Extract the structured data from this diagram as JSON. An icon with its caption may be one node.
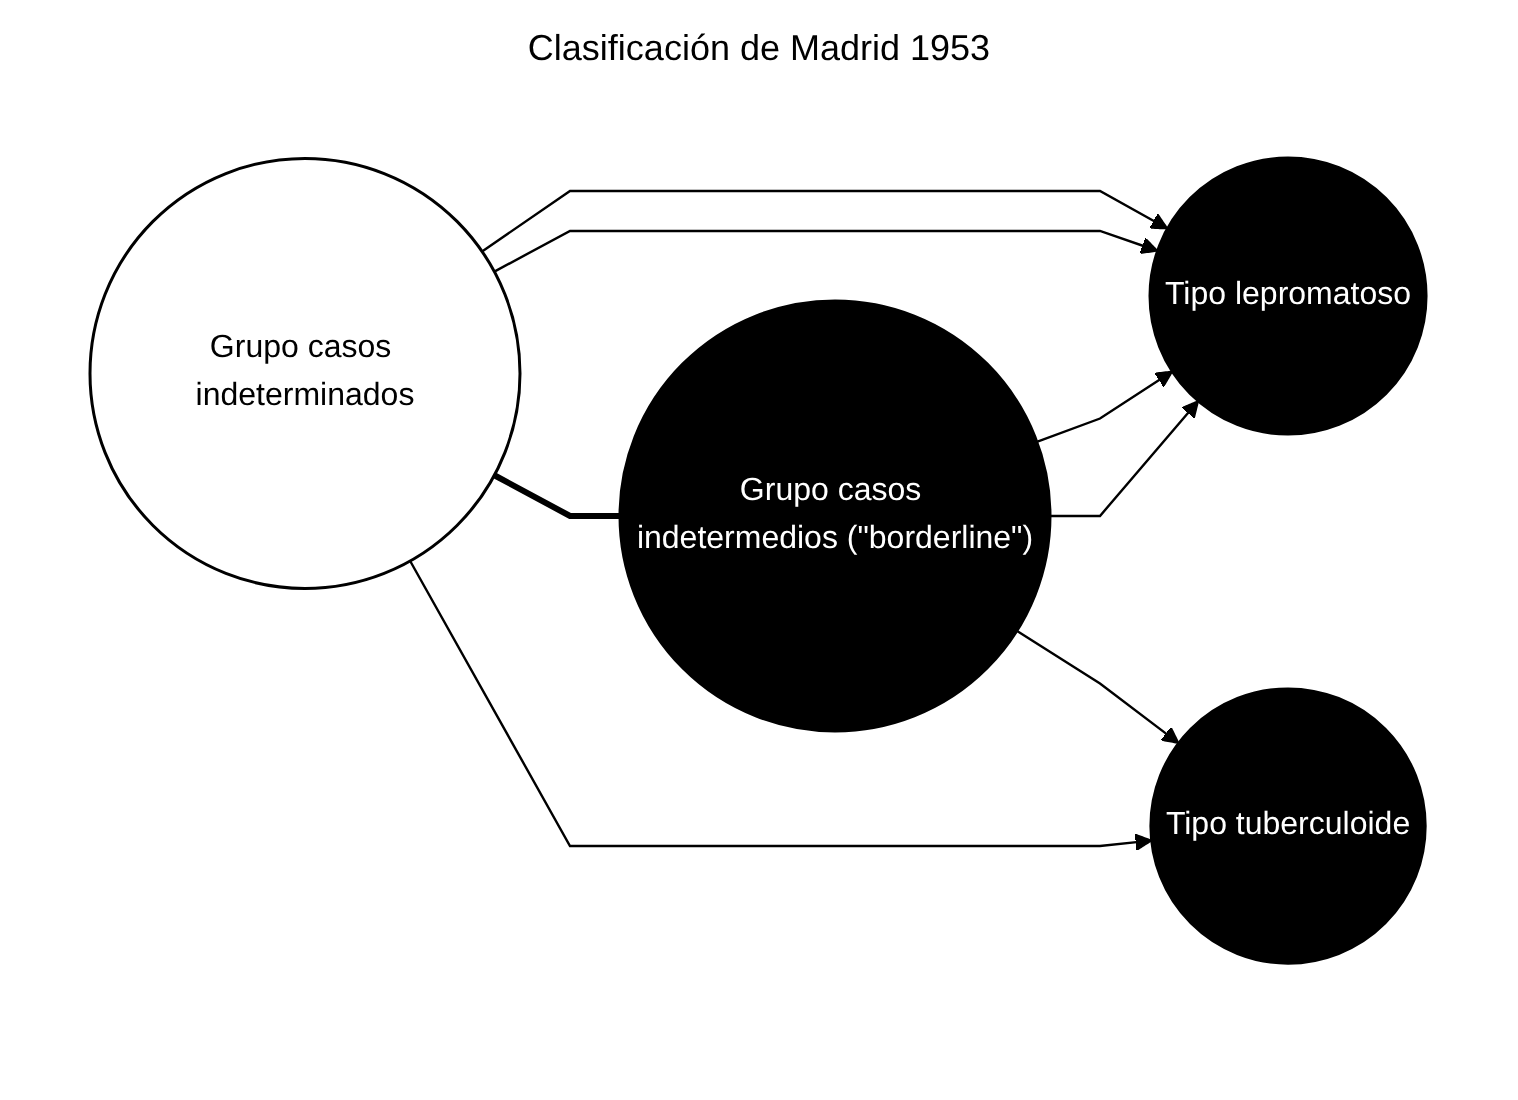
{
  "diagram": {
    "title": "Clasificación de Madrid 1953",
    "nodes": [
      {
        "text": [
          "Tipo lepromatoso"
        ]
      },
      {
        "text": [
          "Grupo casos indeterminados"
        ]
      },
      {
        "text": [
          "Grupo casos indetermedios (\"borderline\")"
        ]
      },
      {
        "text": [
          "Tipo tuberculoide"
        ]
      }
    ],
    "edges": [
      {
        "from": 1,
        "to": 0,
        "arrow": "to"
      },
      {
        "from": 1,
        "to": 0,
        "arrow": "to"
      },
      {
        "from": 2,
        "to": 0,
        "arrow": "to"
      },
      {
        "from": 2,
        "to": 0,
        "arrow": "to"
      },
      {
        "from": 1,
        "to": 2,
        "arrow": "none",
        "style": "thick"
      },
      {
        "from": 1,
        "to": 3,
        "arrow": "to"
      },
      {
        "from": 2,
        "to": 3,
        "arrow": "to"
      }
    ]
  }
}
